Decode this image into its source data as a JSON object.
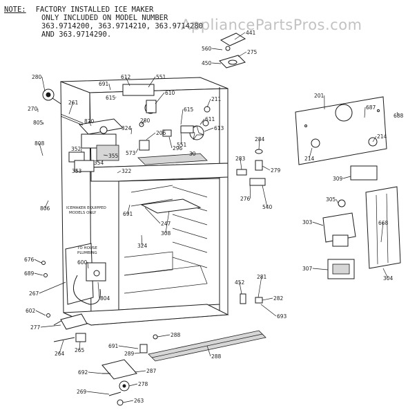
{
  "note": {
    "label": "NOTE:",
    "lines": [
      "FACTORY INSTALLED ICE MAKER",
      "ONLY INCLUDED ON MODEL NUMBER",
      "363.9714200, 363.9714210, 363.9714280",
      "AND 363.9714290."
    ]
  },
  "watermark": "AppliancePartsPros.com",
  "annotations": {
    "icemaker": "ICEMAKER EQUIPPED MODELS ONLY",
    "plumbing_1": "TO HOUSE",
    "plumbing_2": "PLUMBING"
  },
  "callouts": [
    {
      "id": "c441",
      "text": "441"
    },
    {
      "id": "c560a",
      "text": "560"
    },
    {
      "id": "c275",
      "text": "275"
    },
    {
      "id": "c450",
      "text": "450"
    },
    {
      "id": "c280a",
      "text": "280"
    },
    {
      "id": "c612",
      "text": "612"
    },
    {
      "id": "c551a",
      "text": "551"
    },
    {
      "id": "c691a",
      "text": "691"
    },
    {
      "id": "c615a",
      "text": "615"
    },
    {
      "id": "c610",
      "text": "610"
    },
    {
      "id": "c211",
      "text": "211"
    },
    {
      "id": "c201",
      "text": "201"
    },
    {
      "id": "c687",
      "text": "687"
    },
    {
      "id": "c688",
      "text": "688"
    },
    {
      "id": "c261",
      "text": "261"
    },
    {
      "id": "c270",
      "text": "270"
    },
    {
      "id": "c805",
      "text": "805"
    },
    {
      "id": "c820",
      "text": "820"
    },
    {
      "id": "c280b",
      "text": "280"
    },
    {
      "id": "c324a",
      "text": "324"
    },
    {
      "id": "c615b",
      "text": "615"
    },
    {
      "id": "c611",
      "text": "611"
    },
    {
      "id": "c206",
      "text": "206"
    },
    {
      "id": "c613",
      "text": "613"
    },
    {
      "id": "c214a",
      "text": "214"
    },
    {
      "id": "c214b",
      "text": "214"
    },
    {
      "id": "c284",
      "text": "284"
    },
    {
      "id": "c808",
      "text": "808"
    },
    {
      "id": "c352",
      "text": "352"
    },
    {
      "id": "c573",
      "text": "573"
    },
    {
      "id": "c296",
      "text": "296"
    },
    {
      "id": "c551b",
      "text": "551"
    },
    {
      "id": "c30",
      "text": "30"
    },
    {
      "id": "c355",
      "text": "355"
    },
    {
      "id": "c354",
      "text": "354"
    },
    {
      "id": "c353",
      "text": "353"
    },
    {
      "id": "c322",
      "text": "322"
    },
    {
      "id": "c283",
      "text": "283"
    },
    {
      "id": "c279",
      "text": "279"
    },
    {
      "id": "c309",
      "text": "309"
    },
    {
      "id": "c276",
      "text": "276"
    },
    {
      "id": "c540",
      "text": "540"
    },
    {
      "id": "c305",
      "text": "305"
    },
    {
      "id": "c806",
      "text": "806"
    },
    {
      "id": "c691b",
      "text": "691"
    },
    {
      "id": "c247",
      "text": "247"
    },
    {
      "id": "c308",
      "text": "308"
    },
    {
      "id": "c303",
      "text": "303"
    },
    {
      "id": "c668",
      "text": "668"
    },
    {
      "id": "c324b",
      "text": "324"
    },
    {
      "id": "c676",
      "text": "676"
    },
    {
      "id": "c600",
      "text": "600"
    },
    {
      "id": "c307",
      "text": "307"
    },
    {
      "id": "c304",
      "text": "304"
    },
    {
      "id": "c689",
      "text": "689"
    },
    {
      "id": "c267",
      "text": "267"
    },
    {
      "id": "c804",
      "text": "804"
    },
    {
      "id": "c452",
      "text": "452"
    },
    {
      "id": "c281",
      "text": "281"
    },
    {
      "id": "c282",
      "text": "282"
    },
    {
      "id": "c602",
      "text": "602"
    },
    {
      "id": "c693",
      "text": "693"
    },
    {
      "id": "c277",
      "text": "277"
    },
    {
      "id": "c288a",
      "text": "288"
    },
    {
      "id": "c264",
      "text": "264"
    },
    {
      "id": "c265",
      "text": "265"
    },
    {
      "id": "c691c",
      "text": "691"
    },
    {
      "id": "c289",
      "text": "289"
    },
    {
      "id": "c288b",
      "text": "288"
    },
    {
      "id": "c692",
      "text": "692"
    },
    {
      "id": "c287",
      "text": "287"
    },
    {
      "id": "c278",
      "text": "278"
    },
    {
      "id": "c269",
      "text": "269"
    },
    {
      "id": "c263",
      "text": "263"
    }
  ]
}
